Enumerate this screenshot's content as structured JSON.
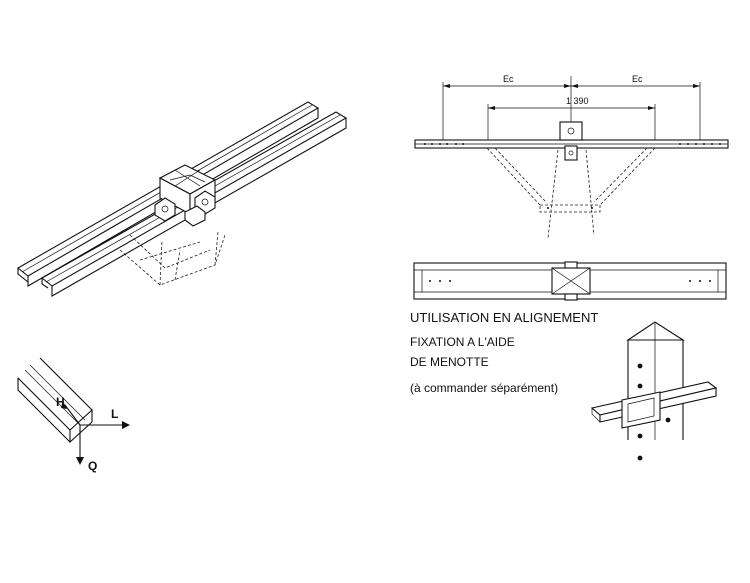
{
  "dimensions": {
    "ec_left": "Ec",
    "ec_right": "Ec",
    "center": "1 390"
  },
  "captions": {
    "line1": "UTILISATION EN ALIGNEMENT",
    "line2": "FIXATION A L'AIDE",
    "line3": "DE MENOTTE",
    "line4": "(à commander séparément)"
  },
  "axes": {
    "h": "H",
    "l": "L",
    "q": "Q"
  }
}
